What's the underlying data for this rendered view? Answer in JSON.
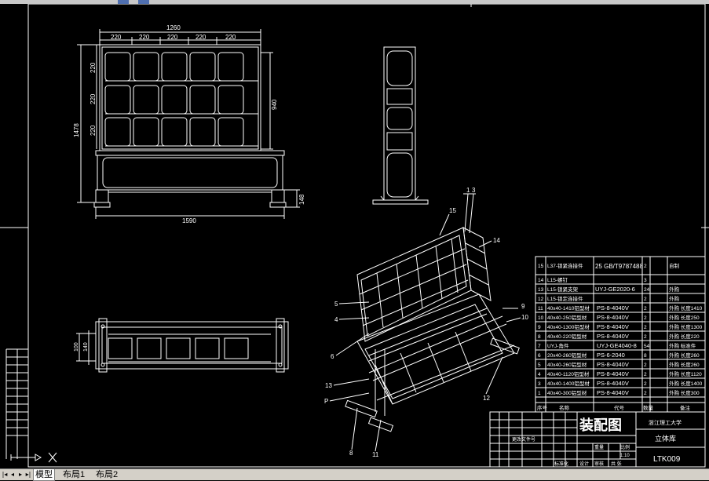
{
  "front_view": {
    "dim_overall_width": "1260",
    "dim_cell_widths": [
      "220",
      "220",
      "220",
      "220",
      "220"
    ],
    "dim_cell_heights": [
      "220",
      "220",
      "220"
    ],
    "dim_total_height": "1478",
    "dim_frame_height": "940",
    "dim_base_width": "1590",
    "dim_foot_height": "148"
  },
  "plan_view": {
    "dim_depth_outer": "100",
    "dim_depth_inner": "140"
  },
  "iso_view": {
    "balloons": [
      "1",
      "3",
      "15",
      "14",
      "5",
      "4",
      "6",
      "13",
      "P",
      "8",
      "11",
      "12",
      "9",
      "10"
    ]
  },
  "parts_table": {
    "rows": [
      {
        "no": "15",
        "name": "L37-锁紧连接件",
        "spec": "25 GB/T9787488",
        "qty": "2",
        "note": "自制"
      },
      {
        "no": "14",
        "name": "L15-螺钉",
        "spec": "",
        "qty": "3",
        "note": ""
      },
      {
        "no": "13",
        "name": "L15-锁紧支架",
        "spec": "UYJ-GE2020-6",
        "qty": "24",
        "note": "外购"
      },
      {
        "no": "12",
        "name": "L15-锁定连接件",
        "spec": "",
        "qty": "2",
        "note": "外购"
      },
      {
        "no": "11",
        "name": "40x40-1410铝型材",
        "spec": "PS-8-4040V",
        "qty": "2",
        "note": "外购 长度1410"
      },
      {
        "no": "10",
        "name": "40x40-250铝型材",
        "spec": "PS-8-4040V",
        "qty": "2",
        "note": "外购 长度250"
      },
      {
        "no": "9",
        "name": "40x40-1300铝型材",
        "spec": "PS-8-4040V",
        "qty": "2",
        "note": "外购 长度1300"
      },
      {
        "no": "8",
        "name": "40x40-220铝型材",
        "spec": "PS-8-4040V",
        "qty": "2",
        "note": "外购 长度220"
      },
      {
        "no": "7",
        "name": "UYJ-角件",
        "spec": "UYJ-GE4040-8",
        "qty": "54",
        "note": "外购 标准件"
      },
      {
        "no": "6",
        "name": "20x40-260铝型材",
        "spec": "PS-6-2040",
        "qty": "8",
        "note": "外购 长度260"
      },
      {
        "no": "5",
        "name": "40x40-260铝型材",
        "spec": "PS-8-4040V",
        "qty": "2",
        "note": "外购 长度260"
      },
      {
        "no": "4",
        "name": "40x40-1120铝型材",
        "spec": "PS-8-4040V",
        "qty": "2",
        "note": "外购 长度1120"
      },
      {
        "no": "3",
        "name": "40x40-1400铝型材",
        "spec": "PS-8-4040V",
        "qty": "2",
        "note": "外购 长度1400"
      },
      {
        "no": "1",
        "name": "40x40-300铝型材",
        "spec": "PS-8-4040V",
        "qty": "2",
        "note": "外购 长度300"
      }
    ],
    "header": {
      "no": "序号",
      "name": "名称",
      "spec": "代号",
      "qty": "数量",
      "note": "备注"
    }
  },
  "title_block": {
    "drawing_type": "装配图",
    "school": "浙江理工大学",
    "product": "立体库",
    "drawing_no": "LTK009",
    "scale_label": "比例",
    "scale_value": "1:10",
    "weight_label": "重量",
    "sheet_label": "共 张",
    "designer_label": "设计",
    "checker_label": "审核",
    "standard_label": "标准化",
    "marks_label": "更改文件号"
  },
  "ucs": {
    "x_label": "X"
  },
  "tabs": [
    {
      "label": "模型",
      "active": true
    },
    {
      "label": "布局1",
      "active": false
    },
    {
      "label": "布局2",
      "active": false
    }
  ],
  "colors": {
    "line": "#ffffff",
    "background": "#000000",
    "accent": "#4f6fb0"
  }
}
